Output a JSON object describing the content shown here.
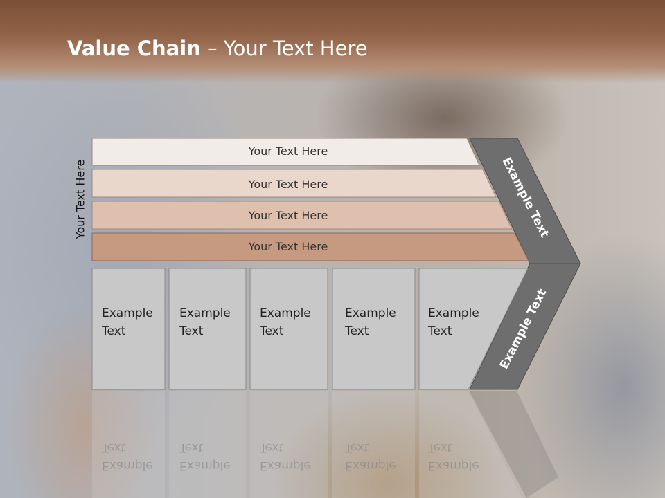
{
  "title": {
    "bold": "Value Chain",
    "rest": " – Your Text Here"
  },
  "side_label": "Your Text Here",
  "bars": [
    {
      "label": "Your Text Here",
      "color": "#f2ece8"
    },
    {
      "label": "Your Text Here",
      "color": "#ead7cc"
    },
    {
      "label": "Your Text Here",
      "color": "#dfc0ae"
    },
    {
      "label": "Your Text Here",
      "color": "#c69a80"
    }
  ],
  "cells": [
    {
      "line1": "Example",
      "line2": "Text"
    },
    {
      "line1": "Example",
      "line2": "Text"
    },
    {
      "line1": "Example",
      "line2": "Text"
    },
    {
      "line1": "Example",
      "line2": "Text"
    },
    {
      "line1": "Example",
      "line2": "Text"
    }
  ],
  "chevron": {
    "top_text": "Example Text",
    "bottom_text": "Example Text",
    "color": "#6e6e6e"
  },
  "colors": {
    "cell_fill": "#c8c8c8",
    "cell_border": "#8a8a8a",
    "header": "#8a5c42"
  }
}
